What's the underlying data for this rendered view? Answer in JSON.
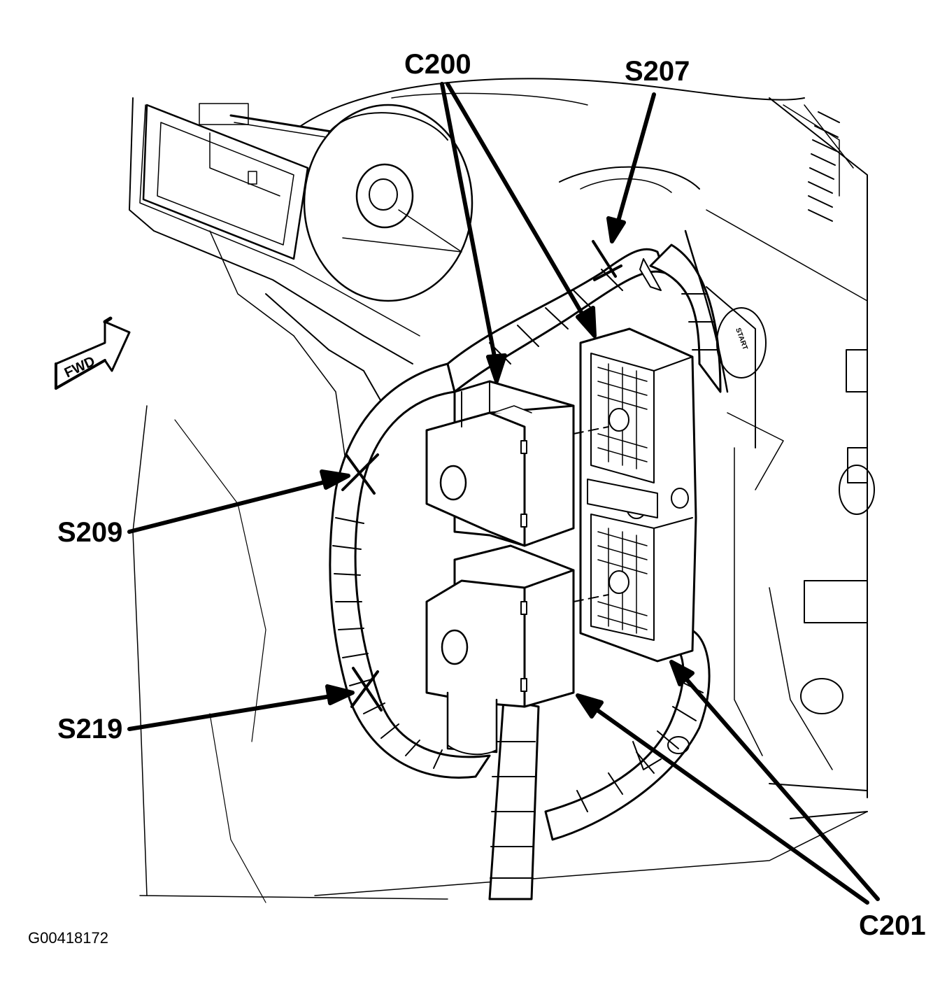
{
  "callouts": {
    "c200": "C200",
    "s207": "S207",
    "s209": "S209",
    "s219": "S219",
    "c201": "C201"
  },
  "direction_marker": "FWD",
  "panel_text": "START",
  "figure_id": "G00418172",
  "colors": {
    "line": "#000000",
    "background": "#ffffff"
  }
}
